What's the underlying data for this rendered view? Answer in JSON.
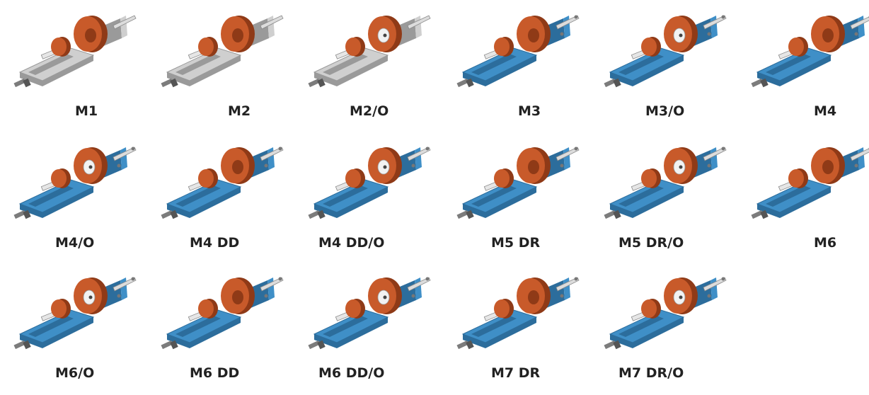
{
  "colors": {
    "base_blue": "#3f8fc7",
    "base_blue_dark": "#2c6d9c",
    "base_grey": "#cfcfcf",
    "base_grey_dark": "#9a9a9a",
    "roll_orange": "#c85a2a",
    "roll_orange_dark": "#8f3a17",
    "hub_white": "#f2f2f2",
    "label_text": "#222222"
  },
  "models": [
    {
      "label": "M1",
      "base": "grey",
      "rod": false,
      "hub": false
    },
    {
      "label": "M2",
      "base": "grey",
      "rod": false,
      "hub": false
    },
    {
      "label": "M2/O",
      "base": "grey",
      "rod": false,
      "hub": true
    },
    {
      "label": "M3",
      "base": "blue",
      "rod": true,
      "hub": false
    },
    {
      "label": "M3/O",
      "base": "blue",
      "rod": true,
      "hub": true
    },
    {
      "label": "M4",
      "base": "blue",
      "rod": true,
      "hub": false
    },
    {
      "label": "M4/O",
      "base": "blue",
      "rod": true,
      "hub": true
    },
    {
      "label": "M4 DD",
      "base": "blue",
      "rod": true,
      "hub": false
    },
    {
      "label": "M4 DD/O",
      "base": "blue",
      "rod": true,
      "hub": true
    },
    {
      "label": "M5 DR",
      "base": "blue",
      "rod": true,
      "hub": false
    },
    {
      "label": "M5 DR/O",
      "base": "blue",
      "rod": true,
      "hub": true
    },
    {
      "label": "M6",
      "base": "blue",
      "rod": true,
      "hub": false
    },
    {
      "label": "M6/O",
      "base": "blue",
      "rod": true,
      "hub": true
    },
    {
      "label": "M6 DD",
      "base": "blue",
      "rod": true,
      "hub": false
    },
    {
      "label": "M6 DD/O",
      "base": "blue",
      "rod": true,
      "hub": true
    },
    {
      "label": "M7 DR",
      "base": "blue",
      "rod": true,
      "hub": false
    },
    {
      "label": "M7 DR/O",
      "base": "blue",
      "rod": true,
      "hub": true
    }
  ]
}
